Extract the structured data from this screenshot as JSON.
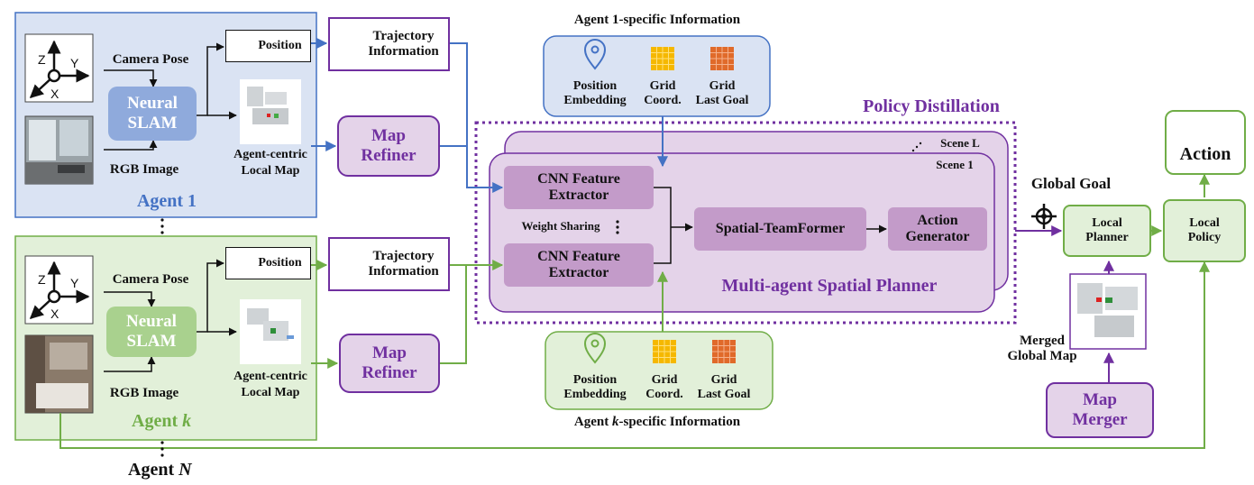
{
  "agent1": {
    "name": "Agent 1",
    "camera_pose": "Camera Pose",
    "rgb_image": "RGB Image",
    "slam": [
      "Neural",
      "SLAM"
    ],
    "position": "Position",
    "local_map": [
      "Agent-centric",
      "Local Map"
    ],
    "trajectory": [
      "Trajectory",
      "Information"
    ],
    "map_refiner": [
      "Map",
      "Refiner"
    ]
  },
  "agentk": {
    "name": "Agent",
    "name_var": "k",
    "camera_pose": "Camera Pose",
    "rgb_image": "RGB Image",
    "slam": [
      "Neural",
      "SLAM"
    ],
    "position": "Position",
    "local_map": [
      "Agent-centric",
      "Local Map"
    ],
    "trajectory": [
      "Trajectory",
      "Information"
    ],
    "map_refiner": [
      "Map",
      "Refiner"
    ]
  },
  "agentN": {
    "name": "Agent",
    "name_var": "N"
  },
  "axes": {
    "z": "Z",
    "y": "Y",
    "x": "X"
  },
  "info_top": {
    "title": "Agent 1-specific Information",
    "items": [
      [
        "Position",
        "Embedding"
      ],
      [
        "Grid",
        "Coord."
      ],
      [
        "Grid",
        "Last Goal"
      ]
    ]
  },
  "info_bottom": {
    "title_pre": "Agent ",
    "title_var": "k",
    "title_post": "-specific Information",
    "items": [
      [
        "Position",
        "Embedding"
      ],
      [
        "Grid",
        "Coord."
      ],
      [
        "Grid",
        "Last Goal"
      ]
    ]
  },
  "planner": {
    "policy_distillation": "Policy Distillation",
    "scene_l": "Scene L",
    "scene_1": "Scene 1",
    "cnn_top": [
      "CNN Feature",
      "Extractor"
    ],
    "cnn_bottom": [
      "CNN Feature",
      "Extractor"
    ],
    "weight_sharing": "Weight Sharing",
    "teamformer": "Spatial-TeamFormer",
    "action_generator": [
      "Action",
      "Generator"
    ],
    "title": "Multi-agent Spatial Planner"
  },
  "right": {
    "global_goal": "Global Goal",
    "local_planner": [
      "Local",
      "Planner"
    ],
    "local_policy": [
      "Local",
      "Policy"
    ],
    "action": "Action",
    "merged_map": [
      "Merged",
      "Global Map"
    ],
    "map_merger": [
      "Map",
      "Merger"
    ]
  },
  "colors": {
    "blue": "#4472c4",
    "blue_fill": "#dae3f3",
    "green": "#70ad47",
    "green_fill": "#e2f0d9",
    "purple": "#7030a0",
    "purple_fill": "#e4d3e9"
  }
}
